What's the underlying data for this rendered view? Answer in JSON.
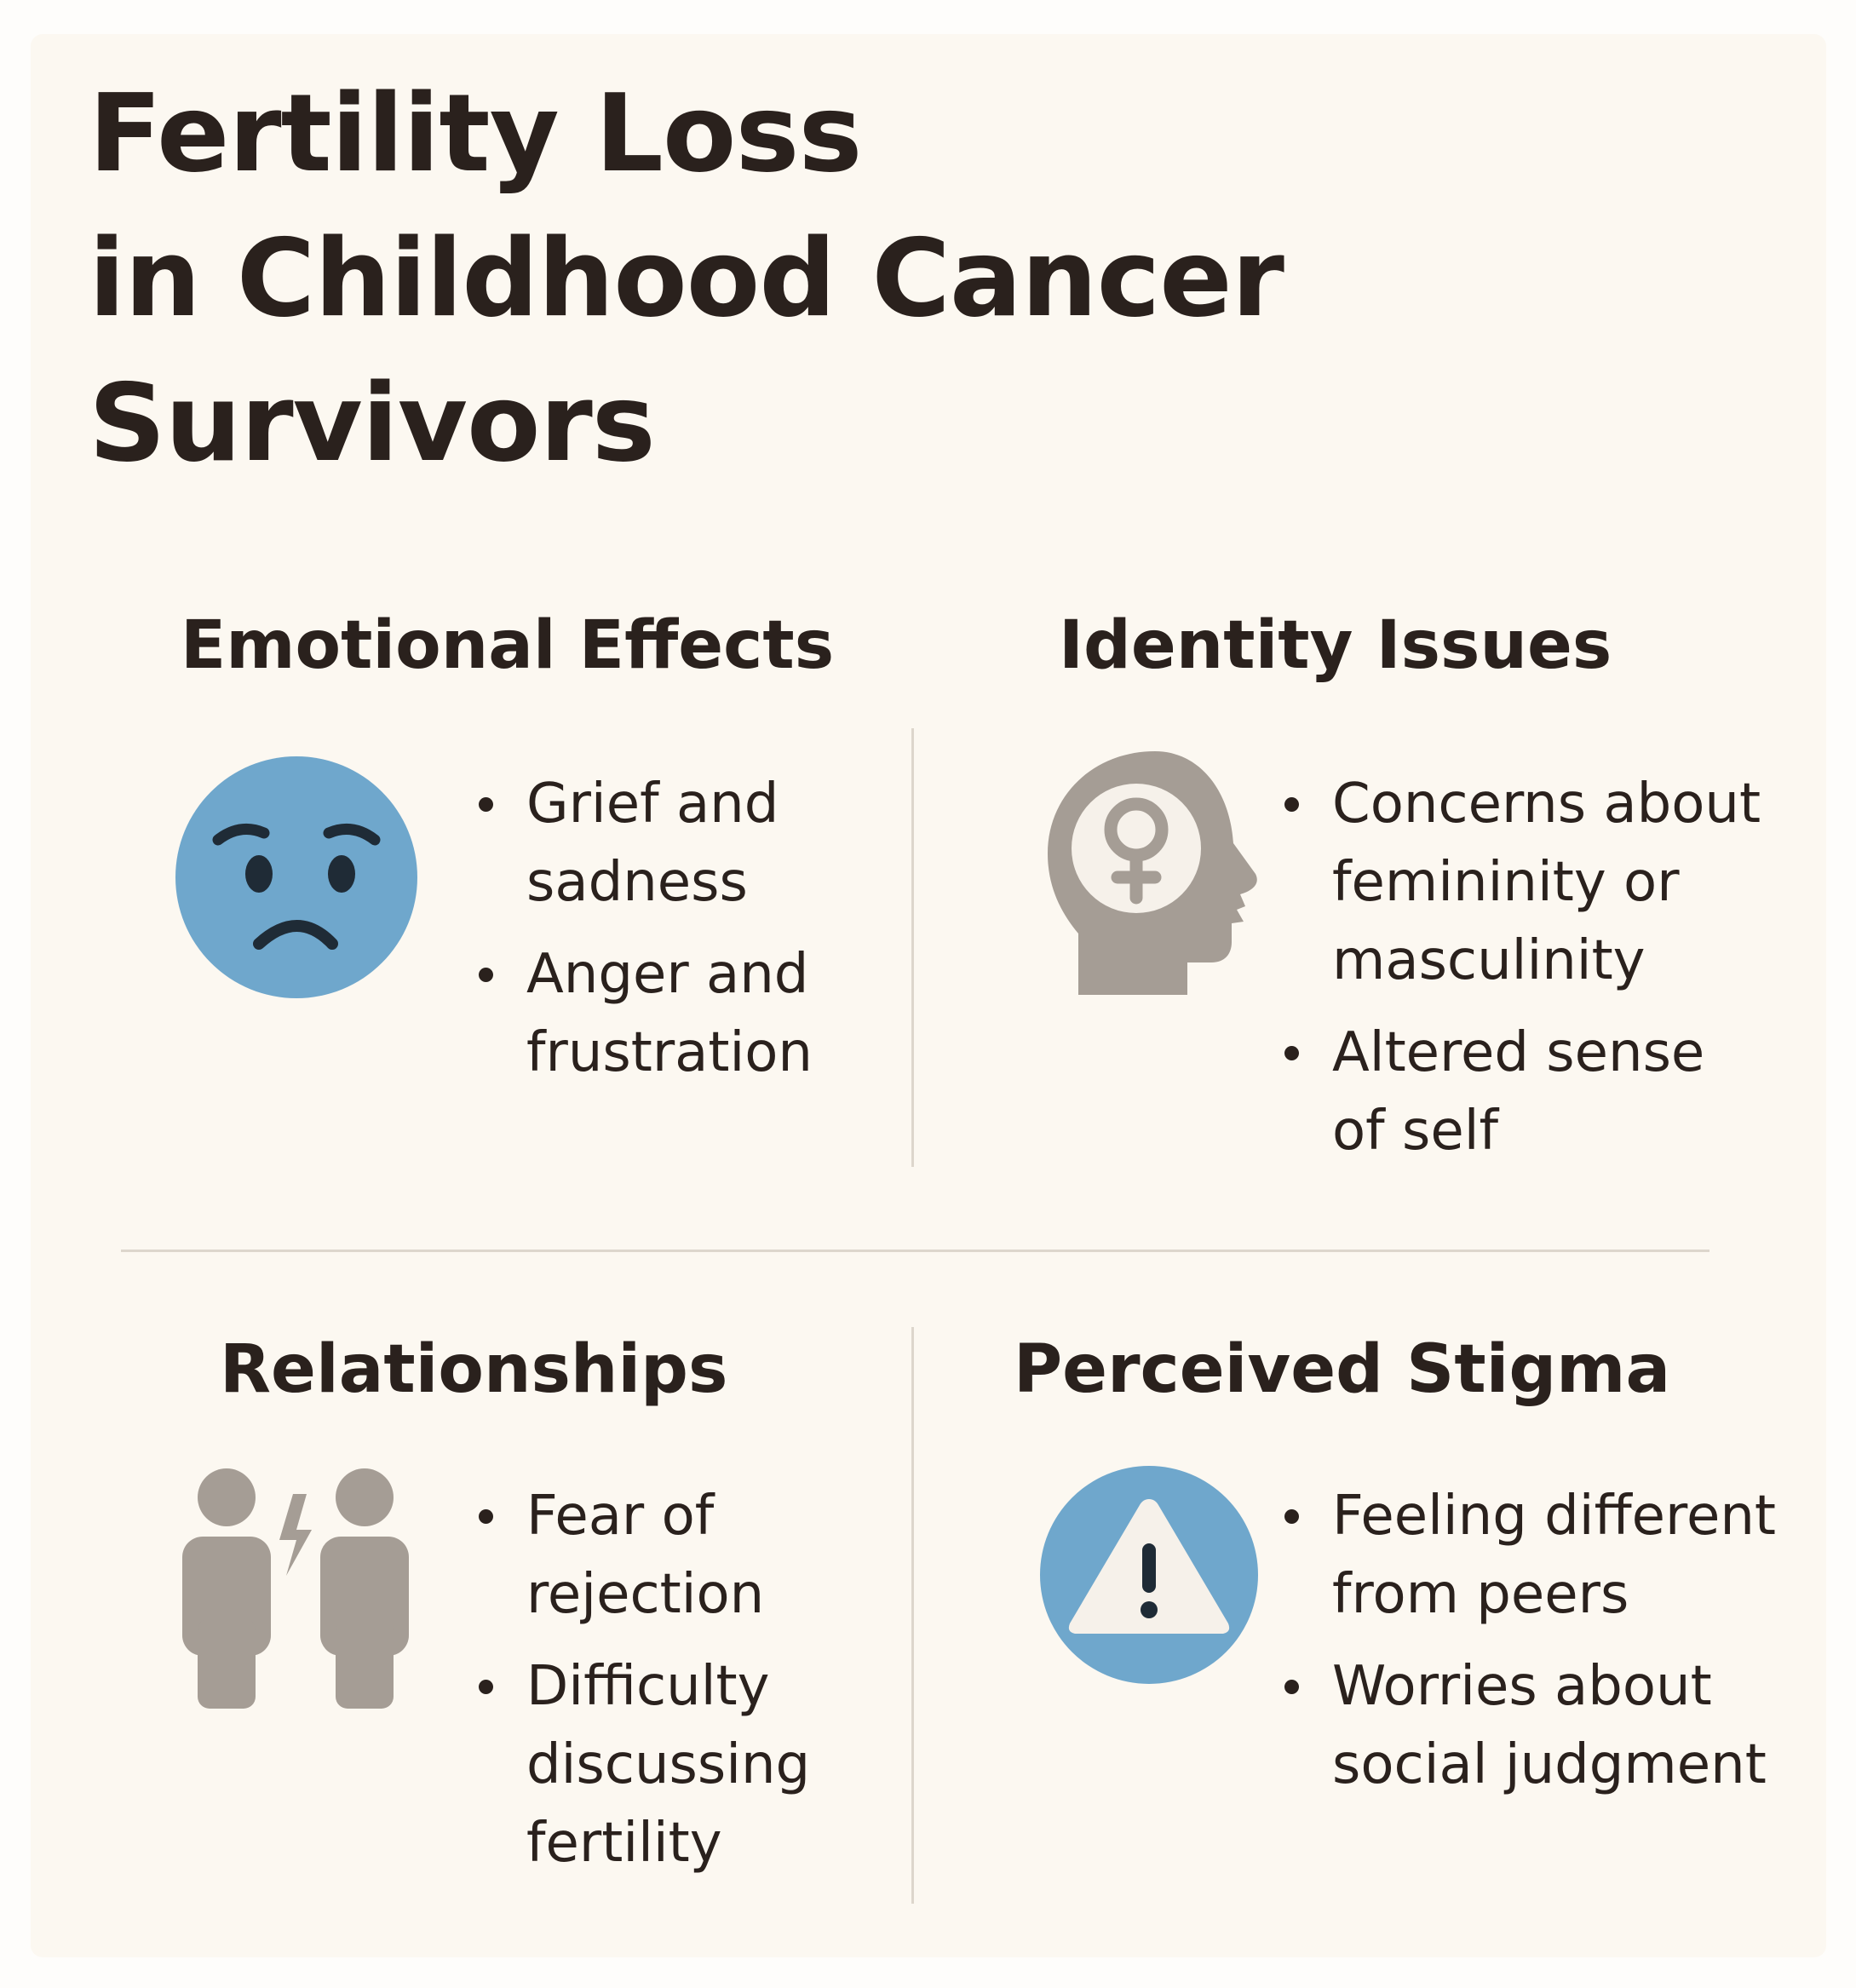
{
  "title": {
    "lines": [
      "Fertility Loss",
      "in Childhood Cancer",
      "Survivors"
    ]
  },
  "colors": {
    "background": "#fcf8f1",
    "text": "#2a211d",
    "accent_blue": "#6fa7cc",
    "icon_gray": "#a59d95",
    "divider": "#ddd6cc"
  },
  "sections": {
    "emotional": {
      "heading": "Emotional Effects",
      "icon": "sad-face-icon",
      "bullets": [
        {
          "lines": [
            "Grief and",
            "sadness"
          ]
        },
        {
          "lines": [
            "Anger and",
            "frustration"
          ]
        }
      ]
    },
    "identity": {
      "heading": "Identity Issues",
      "icon": "head-female-symbol-icon",
      "bullets": [
        {
          "lines": [
            "Concerns about",
            "femininity or",
            "masculinity"
          ]
        },
        {
          "lines": [
            "Altered sense",
            "of self"
          ]
        }
      ]
    },
    "relationships": {
      "heading": "Relationships",
      "icon": "two-people-conflict-icon",
      "bullets": [
        {
          "lines": [
            "Fear of",
            "rejection"
          ]
        },
        {
          "lines": [
            "Difficulty",
            "discussing",
            "fertility"
          ]
        }
      ]
    },
    "stigma": {
      "heading": "Perceived Stigma",
      "icon": "warning-icon",
      "bullets": [
        {
          "lines": [
            "Feeling different",
            "from peers"
          ]
        },
        {
          "lines": [
            "Worries about",
            "social judgment"
          ]
        }
      ]
    }
  }
}
